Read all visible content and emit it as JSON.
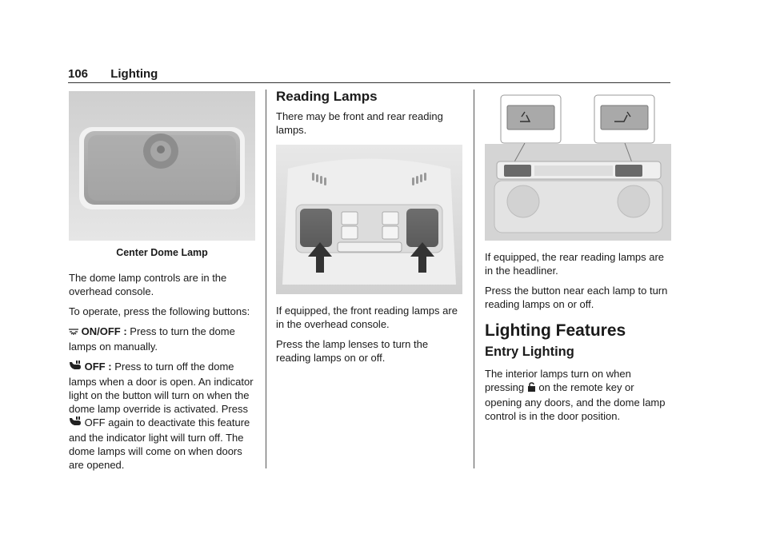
{
  "header": {
    "page_number": "106",
    "section": "Lighting"
  },
  "col1": {
    "caption": "Center Dome Lamp",
    "intro": "The dome lamp controls are in the overhead console.",
    "instruction": "To operate, press the following buttons:",
    "on_off_label": "ON/OFF :",
    "on_off_text": "Press to turn the dome lamps on manually.",
    "off_label": "OFF :",
    "off_text_1": "Press to turn off the dome lamps when a door is open. An indicator light on the button will turn on when the dome lamp override is activated. Press",
    "off_text_2": "OFF again to deactivate this feature and the indicator light will turn off. The dome lamps will come on when doors are opened."
  },
  "col2": {
    "heading": "Reading Lamps",
    "intro": "There may be front and rear reading lamps.",
    "front_text": "If equipped, the front reading lamps are in the overhead console.",
    "press_text": "Press the lamp lenses to turn the reading lamps on or off."
  },
  "col3": {
    "rear_text": "If equipped, the rear reading lamps are in the headliner.",
    "press_text": "Press the button near each lamp to turn reading lamps on or off.",
    "features_heading": "Lighting Features",
    "entry_heading": "Entry Lighting",
    "entry_text_1": "The interior lamps turn on when pressing",
    "entry_text_2": "on the remote key or opening any doors, and the dome lamp control is in the door position."
  },
  "icons": {
    "dome_on": "dome-lamp-on-icon",
    "dome_off": "dome-lamp-off-icon",
    "unlock": "unlock-icon",
    "reading_lamp": "reading-lamp-icon"
  }
}
